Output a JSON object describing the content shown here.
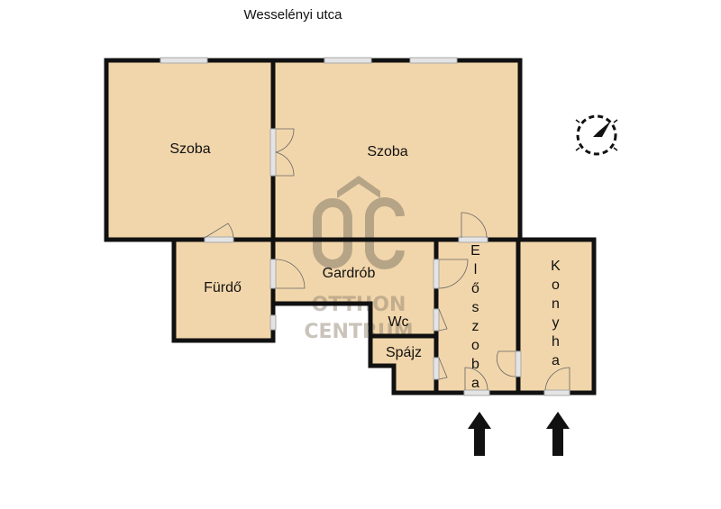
{
  "title": "Wesselényi utca",
  "rooms": {
    "szoba_left": "Szoba",
    "szoba_right": "Szoba",
    "furdo": "Fürdő",
    "gardrob": "Gardrób",
    "wc": "Wc",
    "spajz": "Spájz",
    "eloszoba": "Előszoba",
    "konyha": "Konyha"
  },
  "watermark": {
    "logo": "ÔC",
    "line1": "OTTHON",
    "line2": "CENTRUM"
  },
  "colors": {
    "floor": "#f2d6ab",
    "wall": "#111111",
    "watermark": "#8f8470"
  }
}
